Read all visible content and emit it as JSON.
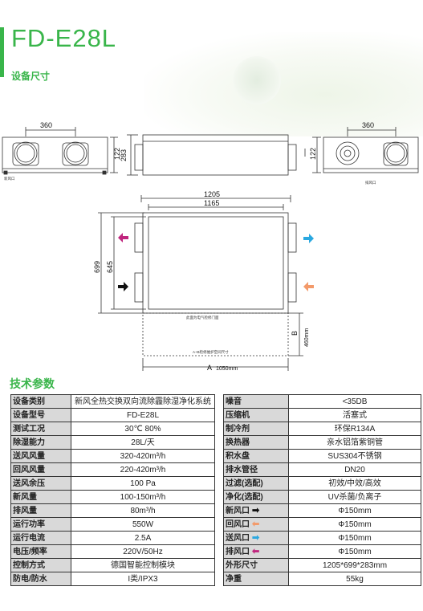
{
  "header": {
    "model_title": "FD-E28L",
    "subtitle": "设备尺寸"
  },
  "drawings": {
    "left_view": {
      "width_label": "360",
      "height_label": "122",
      "caption": "新风口"
    },
    "side_view": {
      "height_label": "283"
    },
    "right_view": {
      "width_label": "360",
      "height_label": "122",
      "caption": "排风口"
    },
    "top_view": {
      "outer_width": "1205",
      "inner_width": "1165",
      "outer_depth": "699",
      "inner_depth": "645",
      "panel_note": "此面为电气检修门面",
      "clearance_note": "A+B检修维护空间尺寸",
      "b_label": "B",
      "b_value": "460mm",
      "a_label": "A",
      "a_value": "1050mm"
    }
  },
  "spec_section_title": "技术参数",
  "colors": {
    "green": "#39b54a",
    "pink": "#c0267e",
    "blue": "#2aa8e0",
    "orange": "#f39a6a",
    "black": "#111111"
  },
  "spec_rows": [
    {
      "l1": "设备类别",
      "v1": "新风全热交换双向流除霾除湿净化系统",
      "l2": "噪音",
      "v2": "<35DB"
    },
    {
      "l1": "设备型号",
      "v1": "FD-E28L",
      "l2": "压缩机",
      "v2": "活塞式"
    },
    {
      "l1": "测试工况",
      "v1": "30℃ 80%",
      "l2": "制冷剂",
      "v2": "环保R134A"
    },
    {
      "l1": "除湿能力",
      "v1": "28L/天",
      "l2": "换热器",
      "v2": "亲水铝箔紫铜管"
    },
    {
      "l1": "送风风量",
      "v1": "320-420m³/h",
      "l2": "积水盘",
      "v2": "SUS304不锈钢"
    },
    {
      "l1": "回风风量",
      "v1": "220-420m³/h",
      "l2": "排水管径",
      "v2": "DN20"
    },
    {
      "l1": "送风余压",
      "v1": "100 Pa",
      "l2": "过滤(选配)",
      "v2": "初效/中效/高效"
    },
    {
      "l1": "新风量",
      "v1": "100-150m³/h",
      "l2": "净化(选配)",
      "v2": "UV杀菌/负离子"
    },
    {
      "l1": "排风量",
      "v1": "80m³/h",
      "l2": "新风口",
      "v2": "Φ150mm",
      "arrow": "black-arrow-icon"
    },
    {
      "l1": "运行功率",
      "v1": "550W",
      "l2": "回风口",
      "v2": "Φ150mm",
      "arrow": "orange-arrow-icon"
    },
    {
      "l1": "运行电流",
      "v1": "2.5A",
      "l2": "送风口",
      "v2": "Φ150mm",
      "arrow": "blue-arrow-icon"
    },
    {
      "l1": "电压/频率",
      "v1": "220V/50Hz",
      "l2": "排风口",
      "v2": "Φ150mm",
      "arrow": "pink-arrow-icon"
    },
    {
      "l1": "控制方式",
      "v1": "德国智能控制模块",
      "l2": "外形尺寸",
      "v2": "1205*699*283mm"
    },
    {
      "l1": "防电/防水",
      "v1": "I类/IPX3",
      "l2": "净重",
      "v2": "55kg"
    }
  ]
}
